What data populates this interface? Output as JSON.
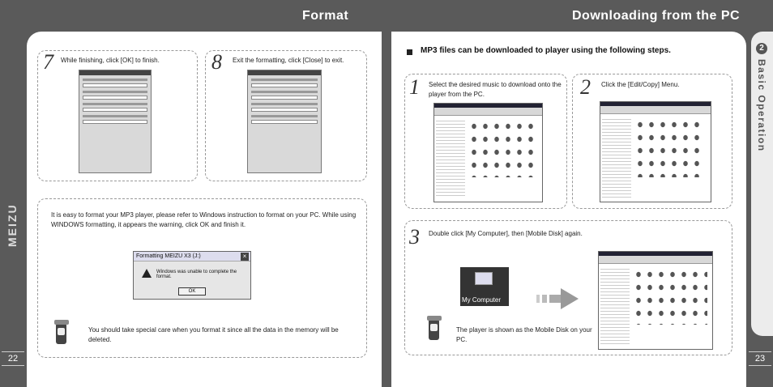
{
  "headers": {
    "left": "Format",
    "right": "Downloading from the PC"
  },
  "brand": "MEIZU",
  "page_numbers": {
    "left": "22",
    "right": "23"
  },
  "section_tab": {
    "number": "2",
    "label": "Basic Operation"
  },
  "left_page": {
    "step7": {
      "number": "7",
      "text": "While finishing, click [OK] to finish."
    },
    "step8": {
      "number": "8",
      "text": "Exit the formatting, click [Close] to exit."
    },
    "intro": "It is easy to format your MP3 player, please refer to Windows instruction to format on your PC. While using WINDOWS formatting, it appears the warning, click OK and finish it.",
    "dialog": {
      "title": "Formatting MEIZU X3 (J:)",
      "message": "Windows was unable to complete the format.",
      "ok": "OK",
      "close": "×"
    },
    "note": "You should take special care when you format it since all the data in the memory will be deleted."
  },
  "right_page": {
    "lead": "MP3 files can be downloaded to player using the following steps.",
    "step1": {
      "number": "1",
      "text": "Select the desired music to download onto the player from the PC."
    },
    "step2": {
      "number": "2",
      "text": "Click the [Edit/Copy] Menu."
    },
    "step3": {
      "number": "3",
      "text": "Double click [My Computer], then [Mobile Disk] again."
    },
    "my_computer_label": "My Computer",
    "note": "The player is shown as the Mobile Disk on your PC."
  }
}
